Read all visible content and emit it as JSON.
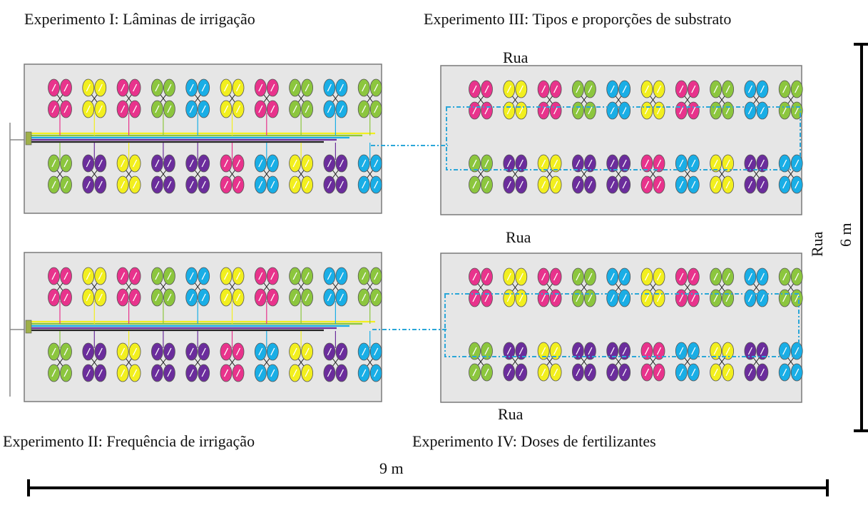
{
  "titles": {
    "exp1": "Experimento I: Lâminas de irrigação",
    "exp2": "Experimento II: Frequência de irrigação",
    "exp3": "Experimento III: Tipos e proporções de substrato",
    "exp4": "Experimento IV: Doses de fertilizantes"
  },
  "labels": {
    "street_top": "Rua",
    "street_middle": "Rua",
    "street_bottom": "Rua",
    "street_right": "Rua",
    "height_dim": "6 m",
    "width_dim": "9 m"
  },
  "colors": {
    "pink": "#e8338c",
    "yellow": "#f2ef1f",
    "green": "#8cc63e",
    "blue": "#19aee6",
    "purple": "#6b2d9c",
    "bench_fill": "#e6e6e6",
    "bench_border": "#7a7a7a",
    "dashed_line": "#2aa6d8"
  },
  "benches": {
    "exp1": {
      "top_rows": [
        "pink",
        "yellow",
        "pink",
        "green",
        "blue",
        "yellow",
        "pink",
        "green",
        "blue",
        "green"
      ],
      "bottom_rows": [
        "green",
        "purple",
        "yellow",
        "purple",
        "purple",
        "pink",
        "blue",
        "yellow",
        "purple",
        "blue"
      ]
    },
    "exp2": {
      "top_rows": [
        "pink",
        "yellow",
        "pink",
        "green",
        "blue",
        "yellow",
        "pink",
        "green",
        "blue",
        "green"
      ],
      "bottom_rows": [
        "green",
        "purple",
        "yellow",
        "purple",
        "purple",
        "pink",
        "blue",
        "yellow",
        "purple",
        "blue"
      ]
    },
    "exp3": {
      "top_rows": [
        "pink",
        "yellow",
        "pink",
        "green",
        "blue",
        "yellow",
        "pink",
        "green",
        "blue",
        "green"
      ],
      "bottom_rows": [
        "green",
        "purple",
        "yellow",
        "purple",
        "purple",
        "pink",
        "blue",
        "yellow",
        "purple",
        "blue"
      ]
    },
    "exp4": {
      "top_rows": [
        "pink",
        "yellow",
        "pink",
        "green",
        "blue",
        "yellow",
        "pink",
        "green",
        "blue",
        "green"
      ],
      "bottom_rows": [
        "green",
        "purple",
        "yellow",
        "purple",
        "purple",
        "pink",
        "blue",
        "yellow",
        "purple",
        "blue"
      ]
    }
  }
}
